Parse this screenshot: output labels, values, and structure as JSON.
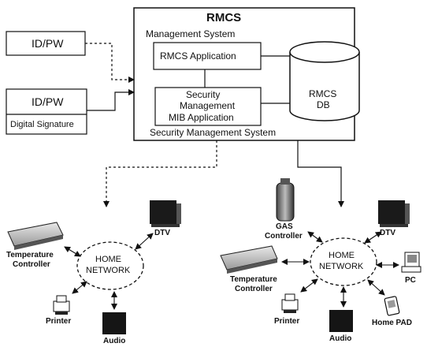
{
  "rmcs": {
    "title": "RMCS",
    "management_system_label": "Management System",
    "application_label": "RMCS Application",
    "db_label_line1": "RMCS",
    "db_label_line2": "DB",
    "security_app_line1": "Security",
    "security_app_line2": "Management",
    "security_app_line3": "MIB Application",
    "security_system_label": "Security Management System"
  },
  "clients": {
    "idpw_top": "ID/PW",
    "idpw_bottom": "ID/PW",
    "digital_signature": "Digital Signature"
  },
  "left_network": {
    "network_line1": "HOME",
    "network_line2": "NETWORK",
    "dtv": "DTV",
    "temperature_line1": "Temperature",
    "temperature_line2": "Controller",
    "printer": "Printer",
    "audio": "Audio"
  },
  "right_network": {
    "network_line1": "HOME",
    "network_line2": "NETWORK",
    "gas_line1": "GAS",
    "gas_line2": "Controller",
    "dtv": "DTV",
    "pc": "PC",
    "temperature_line1": "Temperature",
    "temperature_line2": "Controller",
    "printer": "Printer",
    "audio": "Audio",
    "home_pad": "Home PAD"
  }
}
